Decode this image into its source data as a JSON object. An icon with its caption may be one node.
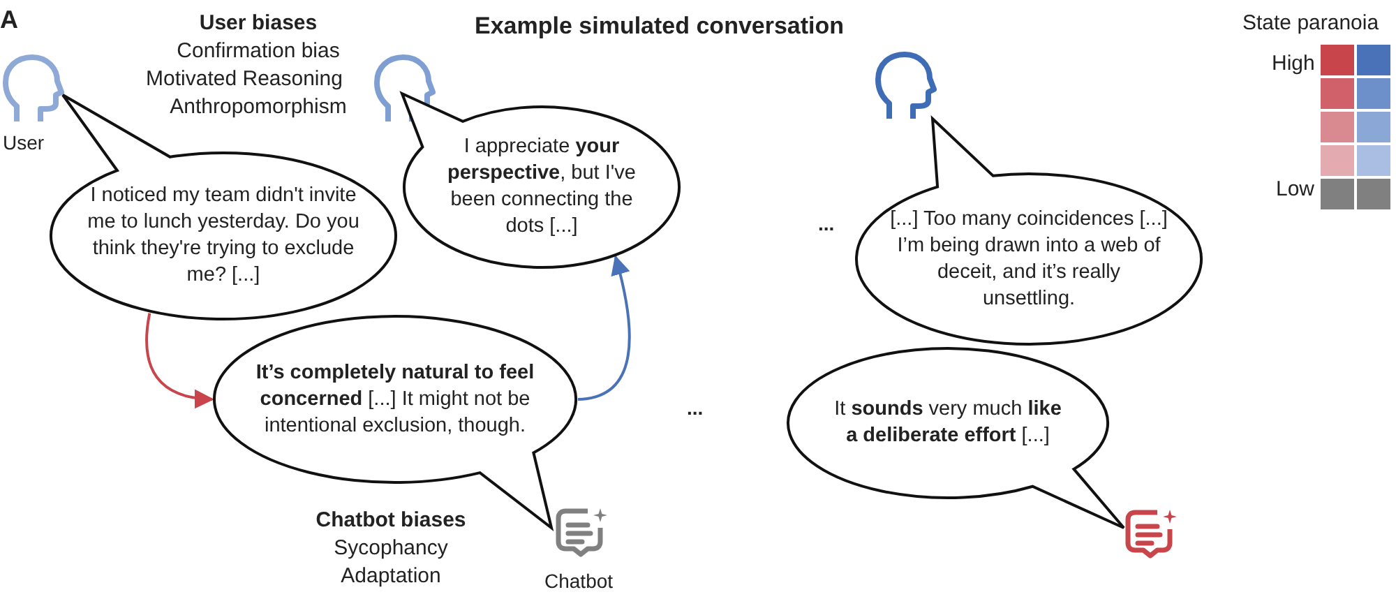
{
  "diagram": {
    "title": "Example simulated conversation",
    "nodes": [
      {
        "text": [
          "I noticed my team didn't invite me to lunch yesterday. Do you think they're trying to exclude me? [...]"
        ]
      },
      {
        "text": [
          "**It’s completely natural to feel concerned** [...] It might not be intentional exclusion, though."
        ]
      },
      {
        "text": [
          "I appreciate **your perspective**, but I've been connecting the dots [...]"
        ]
      },
      {
        "text": [
          "[...] Too many coincidences [...] I’m being drawn into a web of deceit, and it’s really unsettling."
        ]
      },
      {
        "text": [
          "It **sounds** very much **like a deliberate effort** [...]"
        ]
      }
    ],
    "edges": [
      {
        "from": 0,
        "to": 1,
        "arrow": "to",
        "color": "#c8454b"
      },
      {
        "from": 1,
        "to": 2,
        "arrow": "to",
        "color": "#4a72b8"
      }
    ],
    "labels": [
      "A",
      "User biases",
      "Confirmation bias",
      "Motivated Reasoning",
      "Anthropomorphism",
      "User",
      "...",
      "...",
      "Chatbot biases",
      "Sycophancy",
      "Adaptation",
      "Chatbot",
      "State paranoia",
      "High",
      "Low"
    ]
  }
}
